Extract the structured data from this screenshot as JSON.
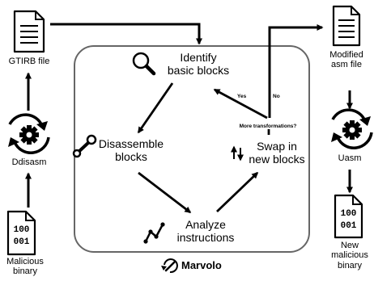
{
  "left_pipeline": {
    "gtirb_label": "GTIRB file",
    "ddisasm_label": "Ddisasm",
    "input_label": [
      "Malicious",
      "binary"
    ],
    "input_binary_text": [
      "100",
      "001"
    ]
  },
  "marvolo": {
    "name": "Marvolo",
    "identify_label": [
      "Identify",
      "basic blocks"
    ],
    "disassemble_label": [
      "Disassemble",
      "blocks"
    ],
    "analyze_label": [
      "Analyze",
      "instructions"
    ],
    "swap_label": [
      "Swap in",
      "new blocks"
    ],
    "question": "More transformations?",
    "yes_label": "Yes",
    "no_label": "No"
  },
  "right_pipeline": {
    "modified_label": [
      "Modified",
      "asm file"
    ],
    "uasm_label": "Uasm",
    "output_label": [
      "New",
      "malicious",
      "binary"
    ],
    "output_binary_text": [
      "100",
      "001"
    ]
  }
}
